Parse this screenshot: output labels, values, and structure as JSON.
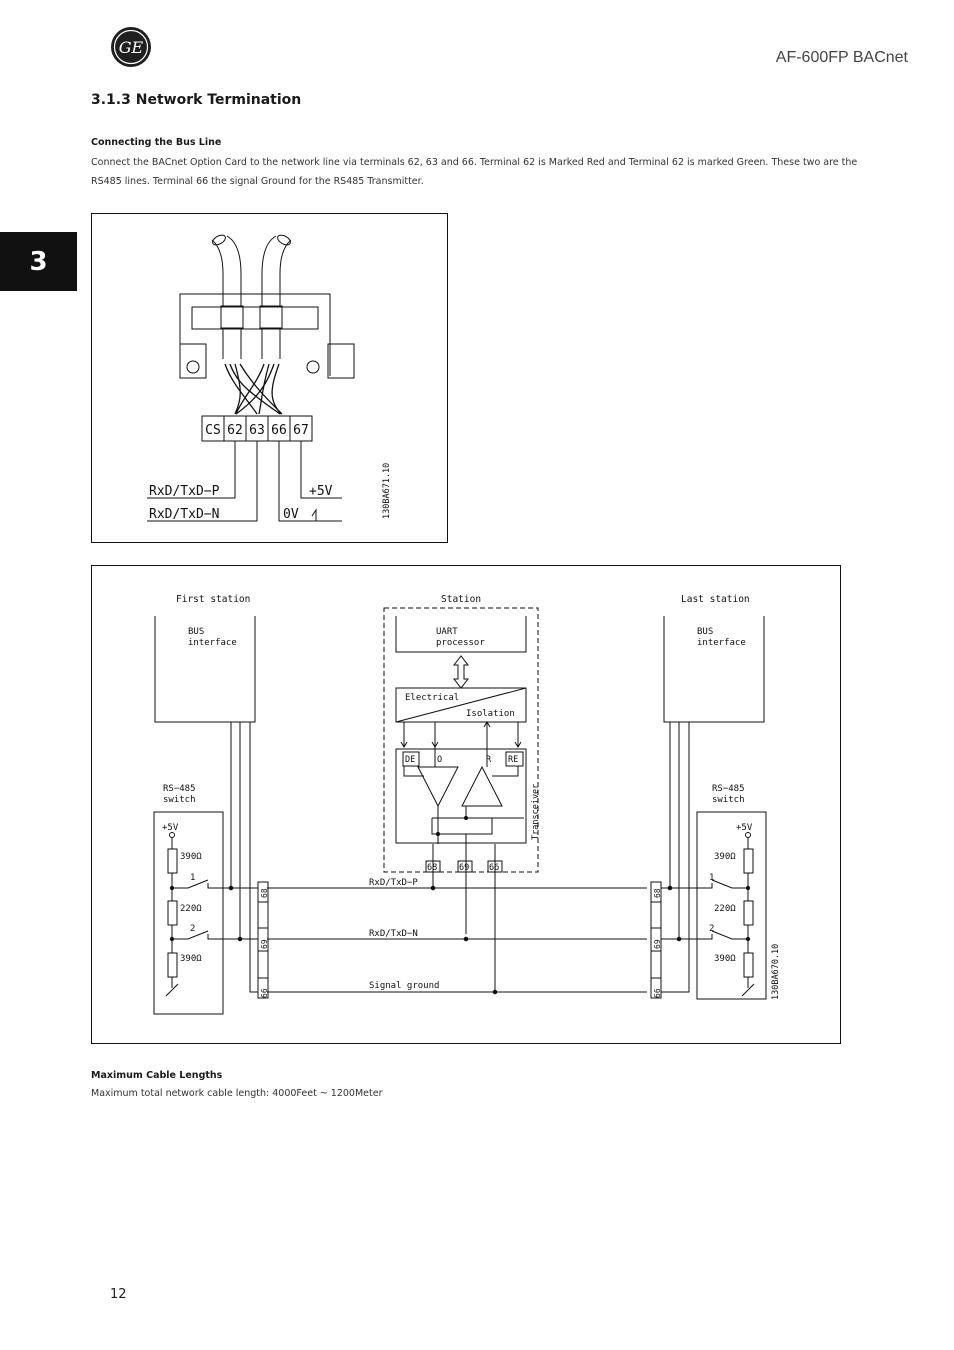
{
  "header": {
    "title": "AF-600FP BACnet",
    "logo_icon": "ge-logo-icon",
    "logo_text": "GE"
  },
  "chapter_tab": {
    "label": "3"
  },
  "section": {
    "heading": "3.1.3  Network Termination"
  },
  "bus_line": {
    "heading": "Connecting the Bus Line",
    "text": "Connect the BACnet Option Card to the network line via terminals 62, 63 and 66. Terminal 62 is Marked Red and Terminal 62 is marked Green. These two are the RS485 lines. Terminal 66 the signal Ground for the RS485 Transmitter."
  },
  "figure1": {
    "terminals": [
      "CS",
      "62",
      "63",
      "66",
      "67"
    ],
    "label_rxd_p": "RxD/TxD−P",
    "label_rxd_n": "RxD/TxD−N",
    "label_5v": "+5V",
    "label_0v": "0V",
    "ref": "130BA671.10"
  },
  "figure2": {
    "first_station": "First  station",
    "station": "Station",
    "last_station": "Last  station",
    "bus": "BUS",
    "interface": "interface",
    "uart": "UART",
    "processor": "processor",
    "electrical": "Electrical",
    "isolation": "Isolation",
    "de": "DE",
    "o": "O",
    "r": "R",
    "re": "RE",
    "transceiver": "Transceiver",
    "rs485": "RS−485",
    "switch": "switch",
    "plus5v": "+5V",
    "r390": "390Ω",
    "r220": "220Ω",
    "sw1": "1",
    "sw2": "2",
    "t68": "68",
    "t69": "69",
    "t66": "66",
    "rxd_p": "RxD/TxD−P",
    "rxd_n": "RxD/TxD−N",
    "signal_ground": "Signal  ground",
    "ref": "130BA670.10"
  },
  "cable": {
    "heading": "Maximum Cable Lengths",
    "text": "Maximum total network cable length: 4000Feet ~ 1200Meter"
  },
  "footer": {
    "page_number": "12"
  }
}
